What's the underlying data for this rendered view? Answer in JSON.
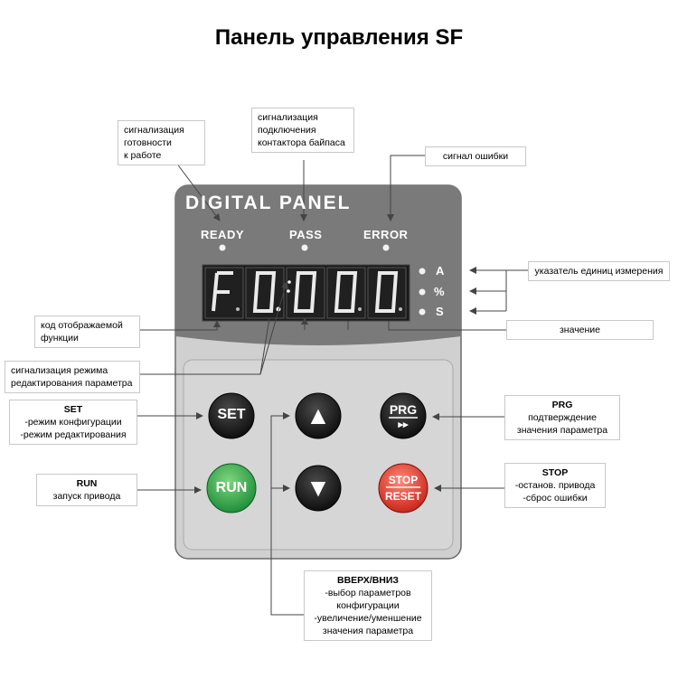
{
  "title": "Панель управления SF",
  "panel": {
    "brand": "DIGITAL PANEL",
    "indicators": [
      {
        "label": "READY"
      },
      {
        "label": "PASS"
      },
      {
        "label": "ERROR"
      }
    ],
    "display": [
      "F",
      "0",
      "0",
      "0",
      "0"
    ],
    "units": [
      "A",
      "%",
      "S"
    ],
    "buttons": {
      "set": "SET",
      "prg": "PRG",
      "prg_sub": "▸▸",
      "run": "RUN",
      "stop": "STOP",
      "reset": "RESET",
      "up": "▲",
      "down": "▼"
    }
  },
  "labels": {
    "ready": [
      "сигнализация",
      "готовности",
      "к работе"
    ],
    "pass": [
      "сигнализация",
      "подключения",
      "контактора байпаса"
    ],
    "error": "сигнал ошибки",
    "units": "указатель единиц измерения",
    "code": [
      "код отображаемой",
      "функции"
    ],
    "value": "значение",
    "edit": [
      "сигнализация режима",
      "редактирования параметра"
    ],
    "set": {
      "head": "SET",
      "lines": [
        "-режим конфигурации",
        "-режим редактирования"
      ]
    },
    "run": {
      "head": "RUN",
      "lines": [
        "запуск привода"
      ]
    },
    "prg": {
      "head": "PRG",
      "lines": [
        "подтверждение",
        "значения параметра"
      ]
    },
    "stop": {
      "head": "STOP",
      "lines": [
        "-останов. привода",
        "-сброс ошибки"
      ]
    },
    "updown": {
      "head": "ВВЕРХ/ВНИЗ",
      "lines": [
        "-выбор параметров",
        "конфигурации",
        "-увеличение/уменшение",
        "значения параметра"
      ]
    }
  }
}
